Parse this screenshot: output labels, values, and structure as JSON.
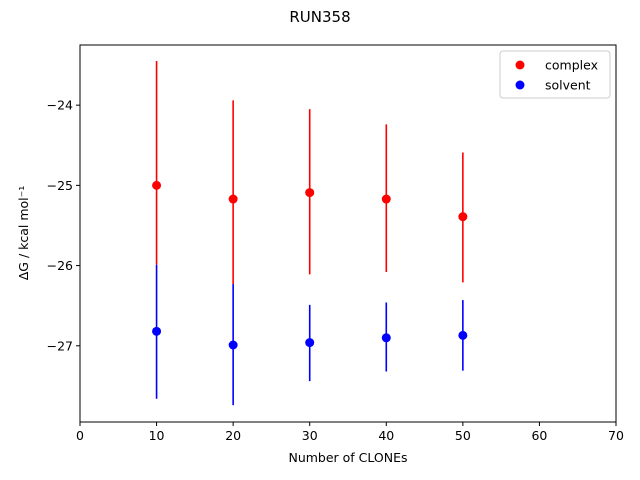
{
  "chart_data": {
    "type": "scatter",
    "title": "RUN358",
    "xlabel": "Number of CLONEs",
    "ylabel": "ΔG / kcal mol⁻¹",
    "xlim": [
      0,
      70
    ],
    "ylim": [
      -27.95,
      -23.25
    ],
    "xticks": [
      0,
      10,
      20,
      30,
      40,
      50,
      60,
      70
    ],
    "yticks": [
      -24,
      -25,
      -26,
      -27
    ],
    "ytick_labels": [
      "−24",
      "−25",
      "−26",
      "−27"
    ],
    "legend_position": "top-right",
    "grid": false,
    "series": [
      {
        "name": "complex",
        "color": "#ff0000",
        "x": [
          10,
          20,
          30,
          40,
          50
        ],
        "y": [
          -25.0,
          -25.17,
          -25.09,
          -25.17,
          -25.39
        ],
        "err_low": [
          -25.99,
          -26.23,
          -26.11,
          -26.08,
          -26.21
        ],
        "err_high": [
          -23.45,
          -23.94,
          -24.05,
          -24.24,
          -24.59
        ]
      },
      {
        "name": "solvent",
        "color": "#0000ff",
        "x": [
          10,
          20,
          30,
          40,
          50
        ],
        "y": [
          -26.82,
          -26.99,
          -26.96,
          -26.9,
          -26.87
        ],
        "err_low": [
          -27.66,
          -27.74,
          -27.44,
          -27.32,
          -27.31
        ],
        "err_high": [
          -25.99,
          -26.23,
          -26.49,
          -26.46,
          -26.43
        ]
      }
    ]
  }
}
